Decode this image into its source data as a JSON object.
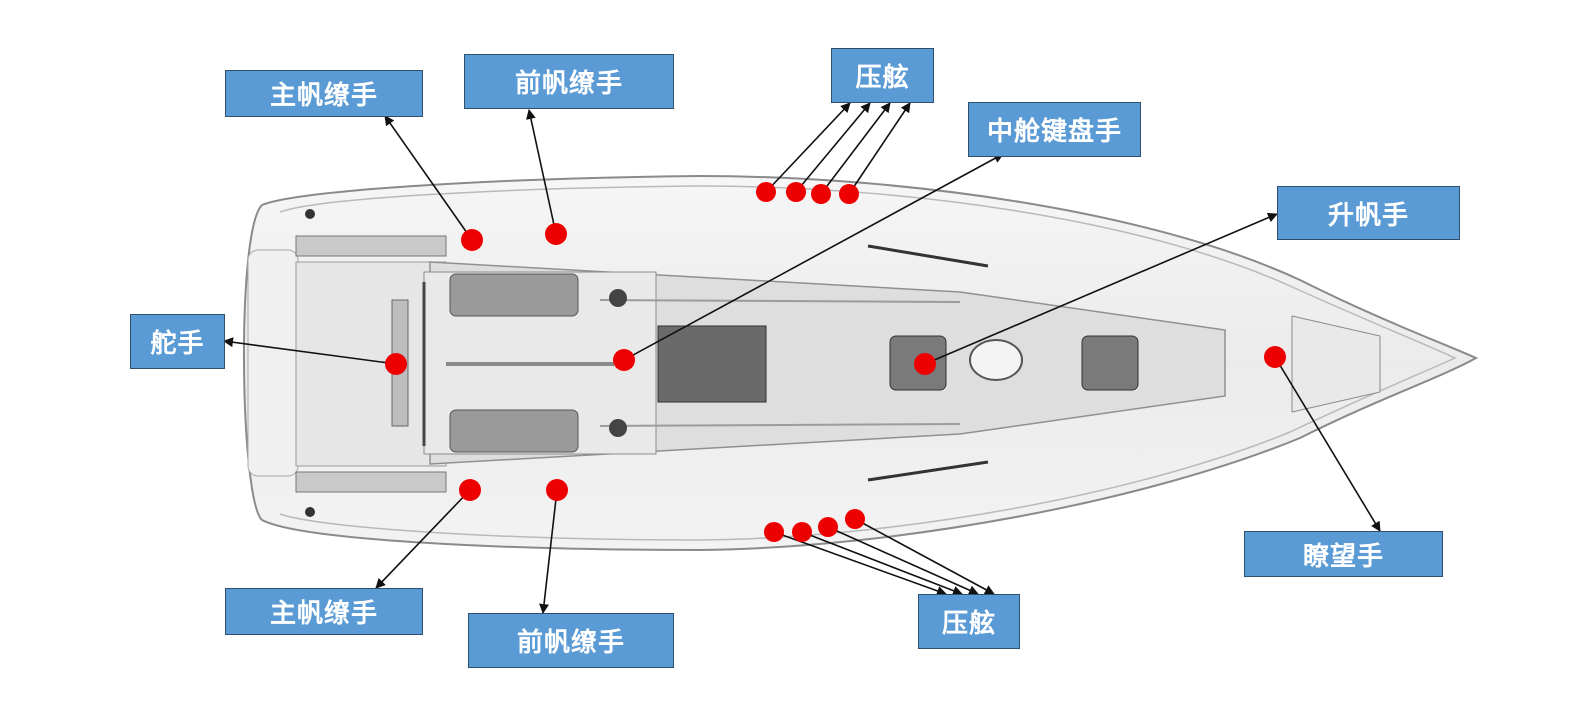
{
  "roles": {
    "mainsheet_top": "主帆缭手",
    "jibsheet_top": "前帆缭手",
    "rail_top": "压舷",
    "pit": "中舱键盘手",
    "halyard": "升帆手",
    "helm": "舵手",
    "lookout": "瞭望手",
    "mainsheet_bottom": "主帆缭手",
    "jibsheet_bottom": "前帆缭手",
    "rail_bottom": "压舷"
  },
  "colors": {
    "label_fill": "#5b9bd5",
    "label_border": "#2f4f6f",
    "label_text": "#ffffff",
    "marker": "#ee0000",
    "hull": "#efefef",
    "deck": "#e2e2e2",
    "cockpit": "#d4d4d4",
    "hatch": "#6a6a6a"
  }
}
